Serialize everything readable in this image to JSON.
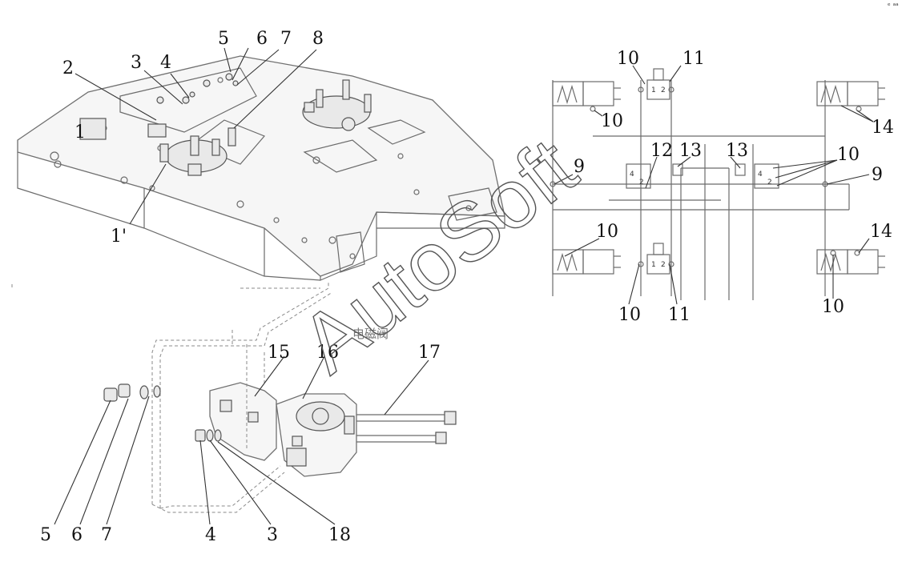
{
  "left_callouts": [
    {
      "label": "2"
    },
    {
      "label": "3"
    },
    {
      "label": "4"
    },
    {
      "label": "5"
    },
    {
      "label": "6"
    },
    {
      "label": "7"
    },
    {
      "label": "8"
    },
    {
      "label": "1'"
    },
    {
      "label": "1"
    }
  ],
  "bottom_callouts": [
    {
      "label": "15"
    },
    {
      "label": "16"
    },
    {
      "label": "17"
    },
    {
      "label": "5"
    },
    {
      "label": "6"
    },
    {
      "label": "7"
    },
    {
      "label": "4"
    },
    {
      "label": "3"
    },
    {
      "label": "18"
    }
  ],
  "schematic_callouts": [
    {
      "label": "10"
    },
    {
      "label": "11"
    },
    {
      "label": "10"
    },
    {
      "label": "14"
    },
    {
      "label": "12"
    },
    {
      "label": "13"
    },
    {
      "label": "13"
    },
    {
      "label": "10"
    },
    {
      "label": "9"
    },
    {
      "label": "9"
    },
    {
      "label": "10"
    },
    {
      "label": "14"
    },
    {
      "label": "10"
    },
    {
      "label": "11"
    },
    {
      "label": "10"
    }
  ],
  "valve_port_labels": {
    "p1": "1",
    "p2": "2",
    "p4": "4"
  },
  "chinese_label": "电磁阀",
  "watermark": "AutoSoft",
  "corner_mark": "ᵉ ᵃᵃ"
}
